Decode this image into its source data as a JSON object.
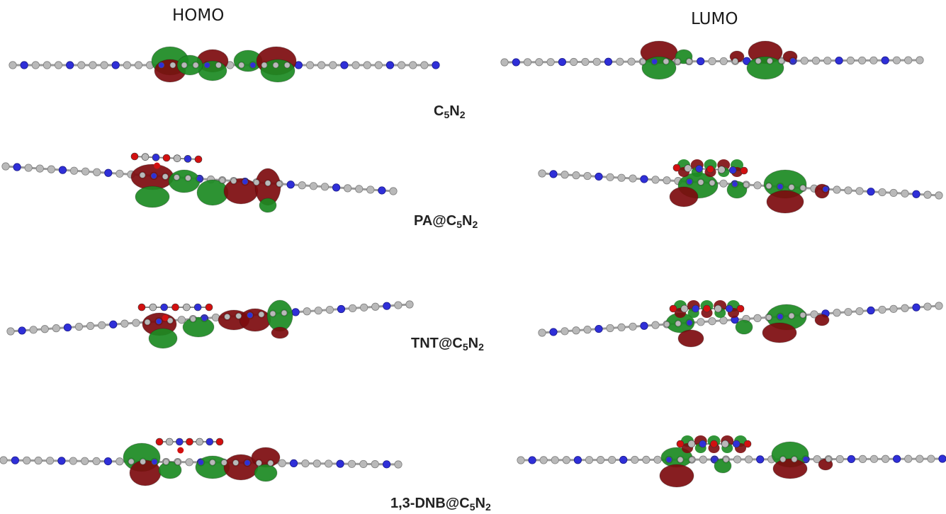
{
  "headers": {
    "left": "HOMO",
    "right": "LUMO"
  },
  "colors": {
    "carbon": "#b9b9b9",
    "carbon_stroke": "#7e7e7e",
    "nitrogen": "#2f2fd8",
    "oxygen": "#d21010",
    "hydrogen": "#f2f2f2",
    "lobe_green": "#1b8a22",
    "lobe_red": "#7d0b0e"
  },
  "systems": [
    {
      "id": "c5n2",
      "label_main": "C",
      "label_sub1": "5",
      "label_mid": "N",
      "label_sub2": "2",
      "adsorbate": "none"
    },
    {
      "id": "pa",
      "label_main": "PA@C",
      "label_sub1": "5",
      "label_mid": "N",
      "label_sub2": "2",
      "adsorbate": "PA"
    },
    {
      "id": "tnt",
      "label_main": "TNT@C",
      "label_sub1": "5",
      "label_mid": "N",
      "label_sub2": "2",
      "adsorbate": "TNT"
    },
    {
      "id": "dnb",
      "label_main": "1,3-DNB@C",
      "label_sub1": "5",
      "label_mid": "N",
      "label_sub2": "2",
      "adsorbate": "1,3-DNB"
    }
  ]
}
